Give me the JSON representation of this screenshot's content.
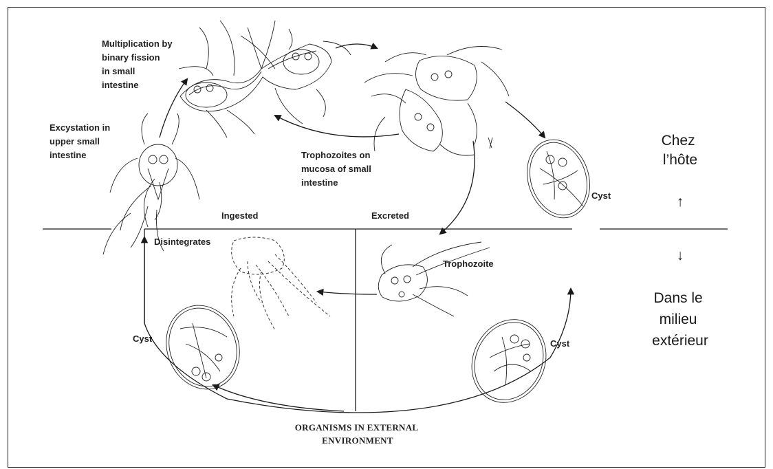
{
  "labels": {
    "multiplication": [
      "Multiplication by",
      "binary fission",
      "in small",
      "intestine"
    ],
    "excystation": [
      "Excystation in",
      "upper small",
      "intestine"
    ],
    "trophozoites": [
      "Trophozoites on",
      "mucosa of small",
      "intestine"
    ],
    "cyst_host": "Cyst",
    "ingested": "Ingested",
    "excreted": "Excreted",
    "disintegrates": "Disintegrates",
    "trophozoite": "Trophozoite",
    "cyst_left": "Cyst",
    "cyst_right": "Cyst",
    "bottom": [
      "ORGANISMS IN EXTERNAL",
      "ENVIRONMENT"
    ]
  },
  "side": {
    "host": [
      "Chez",
      "l’hôte"
    ],
    "up_arrow": "↑",
    "down_arrow": "↓",
    "environment": [
      "Dans le",
      "milieu",
      "extérieur"
    ]
  }
}
